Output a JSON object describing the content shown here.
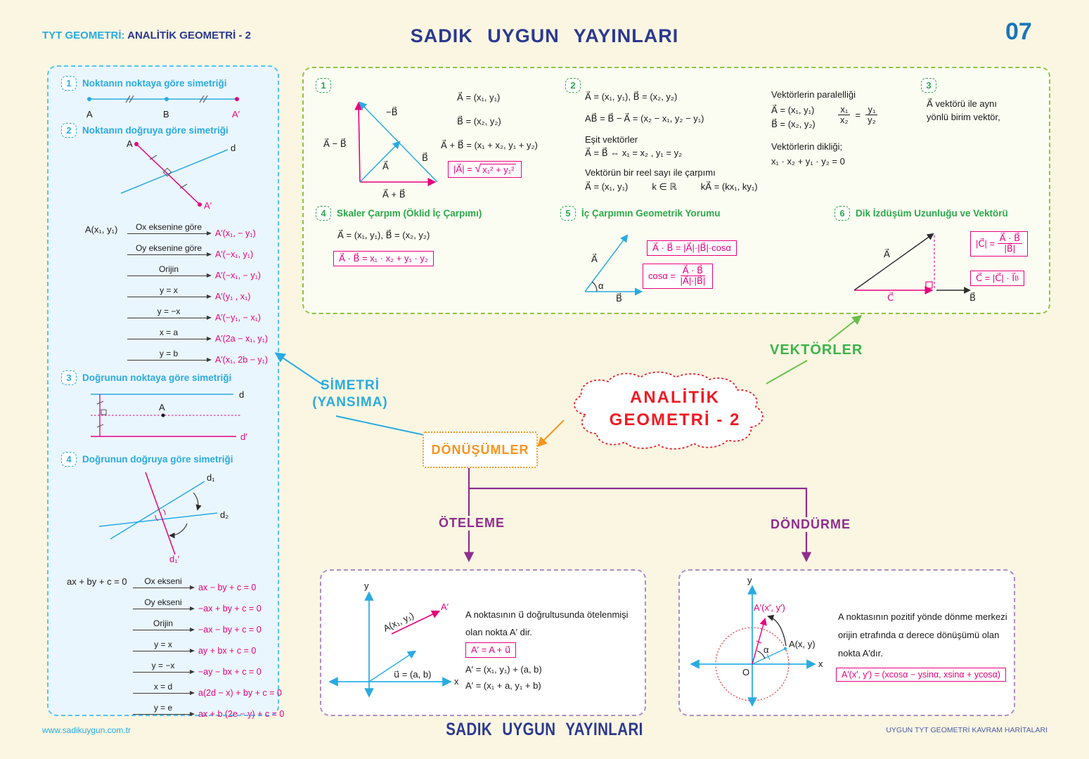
{
  "page": {
    "header_left_prefix": "TYT GEOMETRİ:",
    "header_left_title": "ANALİTİK GEOMETRİ - 2",
    "header_center": "SADIK UYGUN YAYINLARI",
    "page_number": "07",
    "footer_left": "www.sadikuygun.com.tr",
    "footer_center": "SADIK UYGUN YAYINLARI",
    "footer_right": "UYGUN TYT GEOMETRİ KAVRAM HARİTALARI"
  },
  "colors": {
    "blue": "#29ABE2",
    "navy": "#2B3990",
    "magenta": "#E8007D",
    "green": "#2BA84A",
    "orange": "#F7941D",
    "purple": "#8E2D8E",
    "red": "#ED1C24",
    "page_bg": "#FAF6E2"
  },
  "mindmap": {
    "center_line1": "ANALİTİK",
    "center_line2": "GEOMETRİ - 2",
    "vectors_label": "VEKTÖRLER",
    "symmetry_line1": "SİMETRİ",
    "symmetry_line2": "(YANSIMA)",
    "transforms_label": "DÖNÜŞÜMLER",
    "translation_label": "ÖTELEME",
    "rotation_label": "DÖNDÜRME"
  },
  "left_panel": {
    "sec1": {
      "num": "1",
      "title": "Noktanın noktaya göre simetriği",
      "labels": {
        "a": "A",
        "b": "B",
        "a_prime": "A′"
      }
    },
    "sec2": {
      "num": "2",
      "title": "Noktanın doğruya göre simetriği",
      "labels": {
        "a": "A",
        "d": "d",
        "a_prime": "A′"
      }
    },
    "point_table": {
      "source": "A(x₁, y₁)",
      "rows": [
        {
          "label": "Ox eksenine göre",
          "result": "A′(x₁, − y₁)"
        },
        {
          "label": "Oy eksenine göre",
          "result": "A′(−x₁, y₁)"
        },
        {
          "label": "Orijin",
          "result": "A′(−x₁, − y₁)"
        },
        {
          "label": "y = x",
          "result": "A′(y₁ , x₁)"
        },
        {
          "label": "y = −x",
          "result": "A′(−y₁, − x₁)"
        },
        {
          "label": "x = a",
          "result": "A′(2a − x₁, y₁)"
        },
        {
          "label": "y = b",
          "result": "A′(x₁, 2b − y₁)"
        }
      ]
    },
    "sec3": {
      "num": "3",
      "title": "Doğrunun noktaya göre simetriği",
      "labels": {
        "d": "d",
        "a": "A",
        "d_prime": "d′"
      }
    },
    "sec4": {
      "num": "4",
      "title": "Doğrunun doğruya göre simetriği",
      "labels": {
        "d1": "d₁",
        "d2": "d₂",
        "d1_prime": "d₁′"
      }
    },
    "line_table": {
      "source": "ax + by + c = 0",
      "rows": [
        {
          "label": "Ox ekseni",
          "result": "ax − by + c = 0"
        },
        {
          "label": "Oy ekseni",
          "result": "−ax + by + c = 0"
        },
        {
          "label": "Orijin",
          "result": "−ax − by + c = 0"
        },
        {
          "label": "y = x",
          "result": "ay + bx + c = 0"
        },
        {
          "label": "y = −x",
          "result": "−ay − bx + c = 0"
        },
        {
          "label": "x = d",
          "result": "a(2d − x) + by + c = 0"
        },
        {
          "label": "y = e",
          "result": "ax + b (2e − y) + c = 0"
        }
      ]
    }
  },
  "vector_panel": {
    "sec1": {
      "num": "1",
      "f1": "A⃗ = (x₁, y₁)",
      "f2": "B⃗ = (x₂, y₂)",
      "f3": "A⃗ + B⃗ = (x₁ + x₂, y₁ + y₂)",
      "mag_pre": "|A⃗| =",
      "sqrt_sym": "√",
      "mag_sqrt": "x₁² + y₁²",
      "labels": {
        "neg_b": "−B⃗",
        "a_minus_b": "A⃗ − B⃗",
        "a": "A⃗",
        "b": "B⃗",
        "a_plus_b": "A⃗ + B⃗"
      }
    },
    "sec2": {
      "num": "2",
      "f1": "A⃗ = (x₁, y₁),  B⃗ = (x₂, y₂)",
      "f2": "AB⃗ = B⃗ − A⃗ = (x₂ − x₁, y₂ − y₁)",
      "t1": "Eşit vektörler",
      "f3": "A⃗ = B⃗ ⇔ x₁ = x₂ , y₁ = y₂",
      "t2": "Vektörün bir reel sayı ile çarpımı",
      "f4": "A⃗ = (x₁, y₁)",
      "f5": "k ∈ ℝ",
      "f6": "kA⃗ = (kx₁, ky₁)"
    },
    "parallel": {
      "t1": "Vektörlerin paralelliği",
      "f1": "A⃗ = (x₁, y₁)",
      "f2": "B⃗ = (x₂, y₂)",
      "fr1_num": "x₁",
      "fr1_den": "x₂",
      "eq": "=",
      "fr2_num": "y₁",
      "fr2_den": "y₂",
      "t2": "Vektörlerin dikliği;",
      "f3": "x₁ · x₂ + y₁ · y₂ = 0"
    },
    "sec3": {
      "num": "3",
      "t1": "A⃗ vektörü ile aynı",
      "t2": "yönlü birim vektör,"
    },
    "sec4": {
      "num": "4",
      "title": "Skaler Çarpım (Öklid İç Çarpımı)",
      "f1": "A⃗ = (x₁, y₁),  B⃗ = (x₂, y₂)",
      "boxed": "A⃗ · B⃗ = x₁ · x₂ + y₁ · y₂"
    },
    "sec5": {
      "num": "5",
      "title": "İç Çarpımın Geometrik Yorumu",
      "boxed1": "A⃗ · B⃗ = |A⃗|·|B⃗|·cosα",
      "cos_pre": "cosα =",
      "frac_num": "A⃗ · B⃗",
      "frac_den": "|A⃗|·|B⃗|",
      "labels": {
        "a": "A⃗",
        "b": "B⃗",
        "alpha": "α"
      }
    },
    "sec6": {
      "num": "6",
      "title": "Dik İzdüşüm Uzunluğu ve Vektörü",
      "c_pre": "|C⃗| =",
      "frac_num": "A⃗ · B⃗",
      "frac_den": "|B⃗|",
      "f2_pre": "C⃗ = |C⃗| · I⃗",
      "f2_sub": "B",
      "labels": {
        "a": "A⃗",
        "b": "B⃗",
        "c": "C⃗"
      }
    }
  },
  "translation_panel": {
    "line1": "A noktasının  u⃗  doğrultusunda ötelenmişi",
    "line2": "olan nokta A′ dir.",
    "boxed": "A′ = A + u⃗",
    "f2": "A′ = (x₁, y₁) + (a, b)",
    "f3": "A′ = (x₁ + a, y₁ + b)",
    "labels": {
      "x": "x",
      "y": "y",
      "u": "u⃗ = (a, b)",
      "a": "A(x₁, y₁)",
      "a_prime": "A′"
    }
  },
  "rotation_panel": {
    "line1": "A noktasının pozitif yönde dönme merkezi",
    "line2": "orijin etrafında α derece dönüşümü olan",
    "line3": "nokta A′dır.",
    "boxed": "A′(x′, y′) = (xcosα − ysinα, xsinα + ycosα)",
    "labels": {
      "x": "x",
      "y": "y",
      "o": "O",
      "alpha": "α",
      "a": "A(x, y)",
      "a_prime": "A′(x′, y′)"
    }
  }
}
